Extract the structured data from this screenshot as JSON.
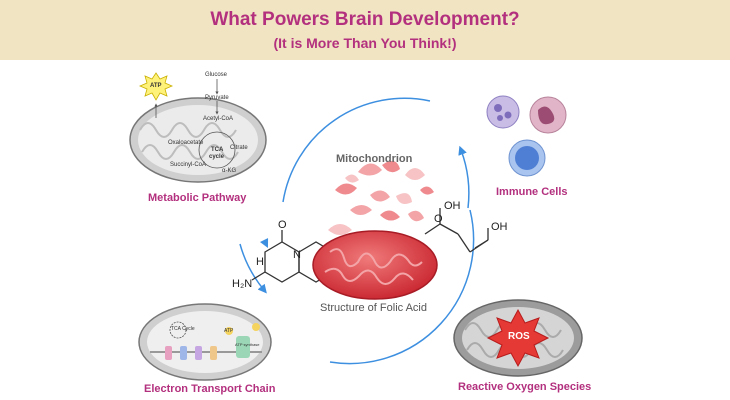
{
  "header": {
    "title": "What Powers Brain Development?",
    "subtitle": "(It is More Than You Think!)"
  },
  "center": {
    "mitochondrion_label": "Mitochondrion",
    "folic_label": "Structure of Folic Acid",
    "atoms": {
      "oh1": "OH",
      "oh2": "OH",
      "o1": "O",
      "o2": "O",
      "nh": "H",
      "h2n": "H₂N",
      "n": "N"
    }
  },
  "metabolic": {
    "label": "Metabolic Pathway",
    "atp": "ATP",
    "steps": {
      "glucose": "Glucose",
      "pyruvate": "Pyruvate",
      "acetyl": "Acetyl-CoA",
      "oxalo": "Oxaloacetate",
      "citrate": "Citrate",
      "tca": "TCA",
      "cycle": "cycle",
      "succinyl": "Succinyl-CoA",
      "akg": "α-KG"
    }
  },
  "immune": {
    "label": "Immune Cells"
  },
  "etc": {
    "label": "Electron Transport Chain",
    "cycle_text": "TCA Cycle",
    "atp": "ATP",
    "synthase": "ATP synthase"
  },
  "ros": {
    "label": "Reactive Oxygen Species",
    "badge": "ROS"
  },
  "colors": {
    "accent": "#b3307e",
    "banner": "#f1e4c2",
    "arrow": "#3d8fe0",
    "mito": "#d83a42"
  }
}
